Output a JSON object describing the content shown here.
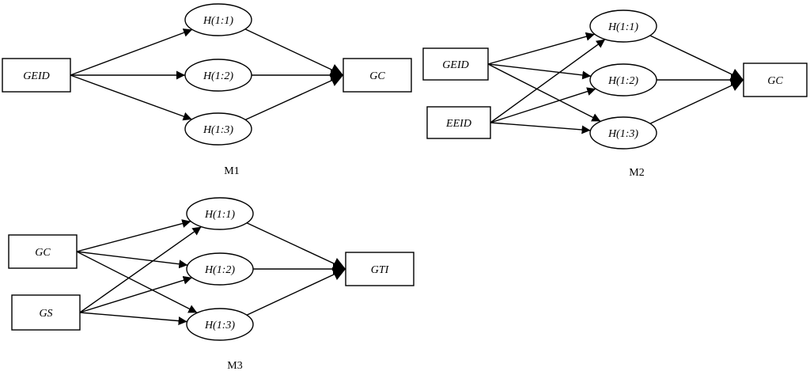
{
  "diagrams": [
    {
      "caption": "M1",
      "nodes": [
        {
          "id": "GEID",
          "label": "GEID",
          "shape": "box"
        },
        {
          "id": "H11",
          "label": "H(1:1)",
          "shape": "ellipse"
        },
        {
          "id": "H12",
          "label": "H(1:2)",
          "shape": "ellipse"
        },
        {
          "id": "H13",
          "label": "H(1:3)",
          "shape": "ellipse"
        },
        {
          "id": "GC",
          "label": "GC",
          "shape": "box"
        }
      ],
      "edges": [
        [
          "GEID",
          "H11"
        ],
        [
          "GEID",
          "H12"
        ],
        [
          "GEID",
          "H13"
        ],
        [
          "H11",
          "GC"
        ],
        [
          "H12",
          "GC"
        ],
        [
          "H13",
          "GC"
        ]
      ]
    },
    {
      "caption": "M2",
      "nodes": [
        {
          "id": "GEID",
          "label": "GEID",
          "shape": "box"
        },
        {
          "id": "EEID",
          "label": "EEID",
          "shape": "box"
        },
        {
          "id": "H11",
          "label": "H(1:1)",
          "shape": "ellipse"
        },
        {
          "id": "H12",
          "label": "H(1:2)",
          "shape": "ellipse"
        },
        {
          "id": "H13",
          "label": "H(1:3)",
          "shape": "ellipse"
        },
        {
          "id": "GC",
          "label": "GC",
          "shape": "box"
        }
      ],
      "edges": [
        [
          "GEID",
          "H11"
        ],
        [
          "GEID",
          "H12"
        ],
        [
          "GEID",
          "H13"
        ],
        [
          "EEID",
          "H11"
        ],
        [
          "EEID",
          "H12"
        ],
        [
          "EEID",
          "H13"
        ],
        [
          "H11",
          "GC"
        ],
        [
          "H12",
          "GC"
        ],
        [
          "H13",
          "GC"
        ]
      ]
    },
    {
      "caption": "M3",
      "nodes": [
        {
          "id": "GC",
          "label": "GC",
          "shape": "box"
        },
        {
          "id": "GS",
          "label": "GS",
          "shape": "box"
        },
        {
          "id": "H11",
          "label": "H(1:1)",
          "shape": "ellipse"
        },
        {
          "id": "H12",
          "label": "H(1:2)",
          "shape": "ellipse"
        },
        {
          "id": "H13",
          "label": "H(1:3)",
          "shape": "ellipse"
        },
        {
          "id": "GTI",
          "label": "GTI",
          "shape": "box"
        }
      ],
      "edges": [
        [
          "GC",
          "H11"
        ],
        [
          "GC",
          "H12"
        ],
        [
          "GC",
          "H13"
        ],
        [
          "GS",
          "H11"
        ],
        [
          "GS",
          "H12"
        ],
        [
          "GS",
          "H13"
        ],
        [
          "H11",
          "GTI"
        ],
        [
          "H12",
          "GTI"
        ],
        [
          "H13",
          "GTI"
        ]
      ]
    }
  ]
}
